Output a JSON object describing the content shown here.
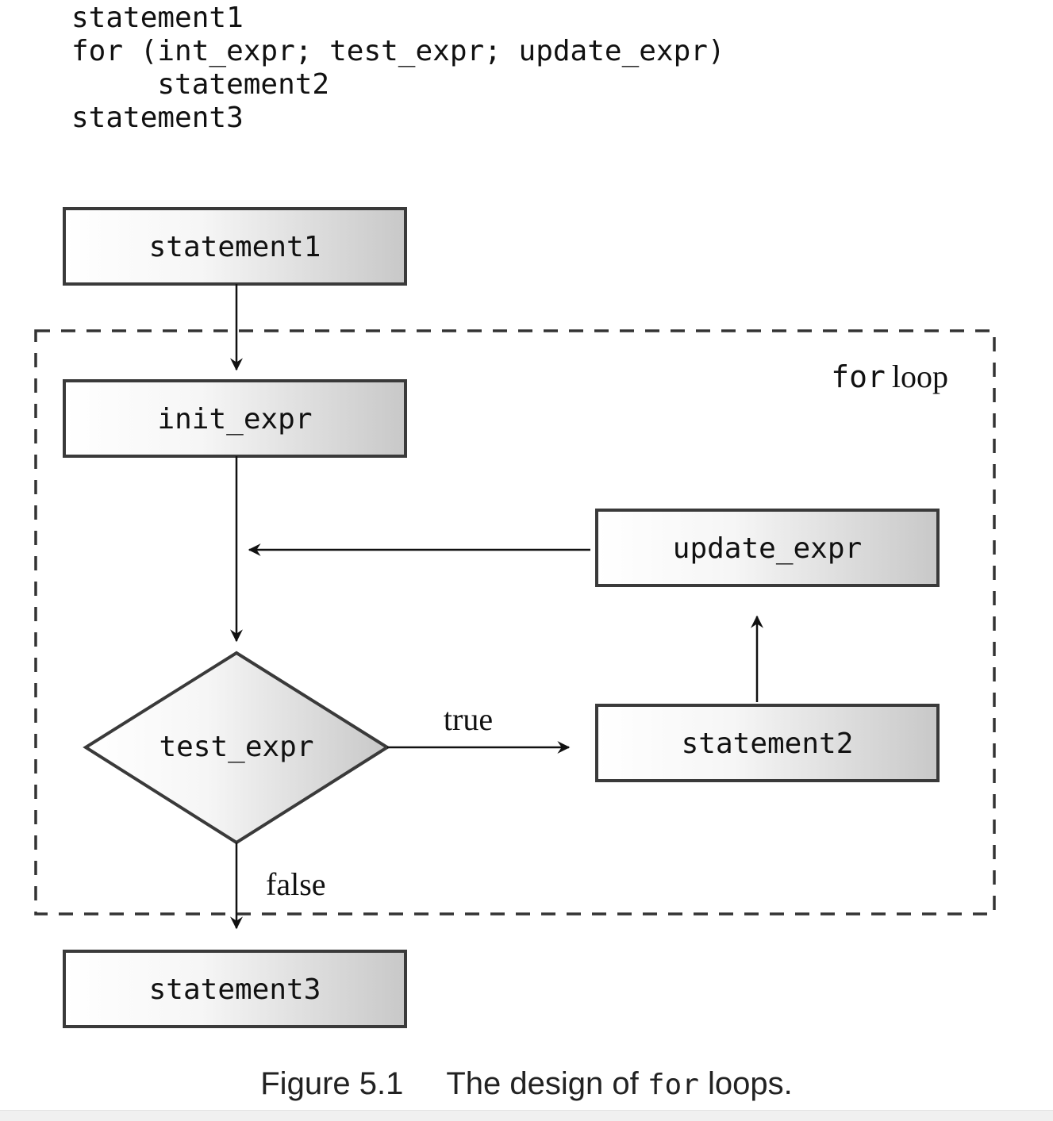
{
  "code": {
    "lines": [
      "statement1",
      "for (int_expr; test_expr; update_expr)",
      "     statement2",
      "statement3"
    ]
  },
  "diagram": {
    "nodes": {
      "statement1": "statement1",
      "init_expr": "init_expr",
      "update_expr": "update_expr",
      "test_expr": "test_expr",
      "statement2": "statement2",
      "statement3": "statement3"
    },
    "edges": {
      "true_label": "true",
      "false_label": "false"
    },
    "frame": {
      "keyword": "for",
      "word": "loop"
    }
  },
  "caption": {
    "figure_number": "Figure 5.1",
    "text_before": "The design of ",
    "keyword": "for",
    "text_after": " loops."
  }
}
